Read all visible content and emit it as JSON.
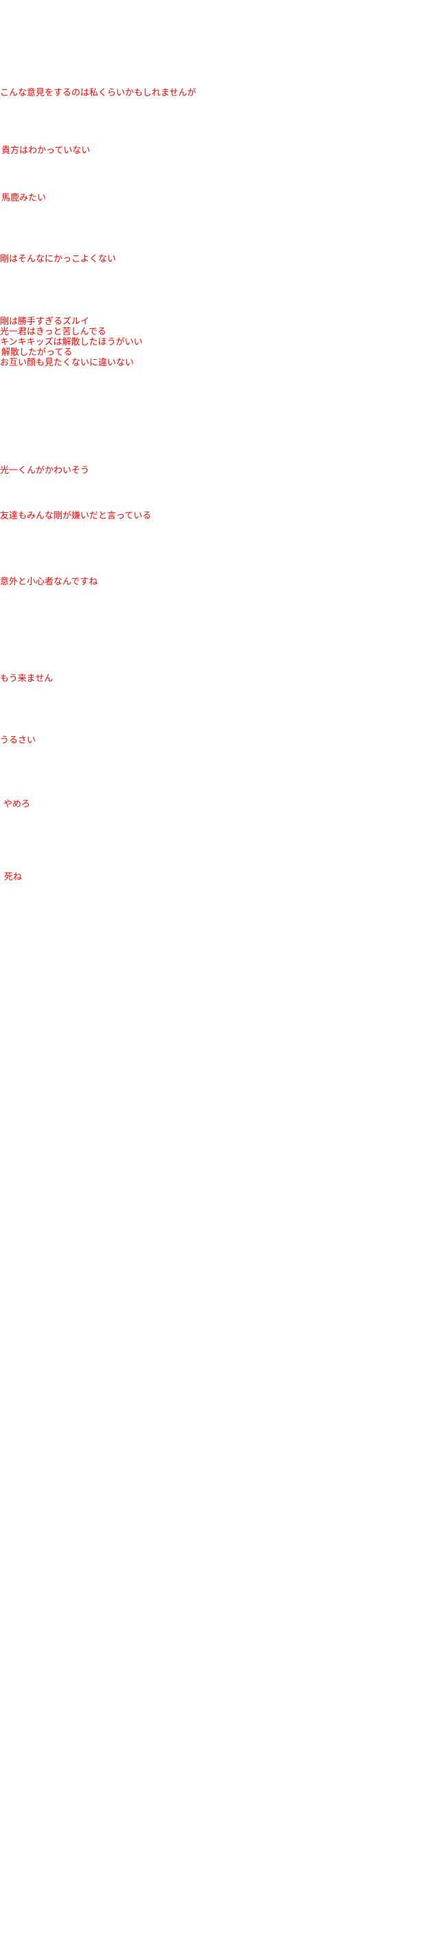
{
  "lines": [
    "こんな意見をするのは私くらいかもしれませんが",
    "貴方はわかっていない",
    "馬鹿みたい",
    "剛はそんなにかっこよくない",
    "剛は勝手すぎるズルイ",
    "光一君はきっと苦しんでる",
    "キンキキッズは解散したほうがいい",
    "解散したがってる",
    "お互い顔も見たくないに違いない",
    "光一くんがかわいそう",
    "友達もみんな剛が嫌いだと言っている",
    "意外と小心者なんですね",
    "もう来ません",
    "うるさい",
    "やめろ",
    "死ね"
  ],
  "colors": {
    "text": "#ff0000",
    "background": "#ffffff"
  }
}
